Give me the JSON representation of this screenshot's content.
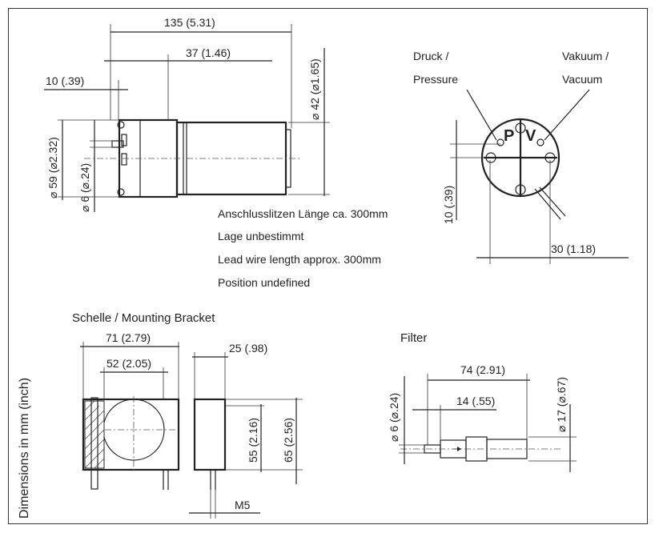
{
  "side_label": "Dimensions in mm (inch)",
  "pump_front": {
    "dim_length": "135 (5.31)",
    "dim_head": "37 (1.46)",
    "dim_offset": "10 (.39)",
    "dim_diameter": "⌀ 42 (⌀1.65)",
    "dim_port_spacing": "⌀ 59 (⌀2.32)",
    "dim_port": "⌀ 6 (⌀.24)",
    "notes": [
      "Anschlusslitzen Länge ca. 300mm",
      "Lage unbestimmt",
      "Lead wire length approx. 300mm",
      "Position undefined"
    ]
  },
  "pump_end": {
    "label_pressure_1": "Druck /",
    "label_pressure_2": "Pressure",
    "label_vacuum_1": "Vakuum /",
    "label_vacuum_2": "Vacuum",
    "mark_p": "P",
    "mark_v": "V",
    "dim_height": "10 (.39)",
    "dim_width": "30 (1.18)"
  },
  "bracket": {
    "title": "Schelle / Mounting Bracket",
    "dim_width": "71 (2.79)",
    "dim_hole": "52 (2.05)",
    "dim_depth": "25 (.98)",
    "dim_h1": "55 (2.16)",
    "dim_h2": "65 (2.56)",
    "dim_thread": "M5"
  },
  "filter": {
    "title": "Filter",
    "dim_length": "74 (2.91)",
    "dim_inner": "14 (.55)",
    "dim_port": "⌀ 6 (⌀.24)",
    "dim_diameter": "⌀ 17 (⌀.67)"
  }
}
